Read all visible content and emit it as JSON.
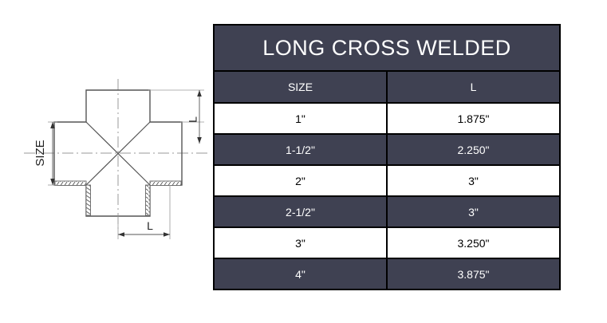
{
  "table": {
    "title": "LONG CROSS WELDED",
    "columns": [
      {
        "key": "size",
        "label": "SIZE"
      },
      {
        "key": "l",
        "label": "L"
      }
    ],
    "rows": [
      {
        "size": "1\"",
        "l": "1.875\""
      },
      {
        "size": "1-1/2\"",
        "l": "2.250\""
      },
      {
        "size": "2\"",
        "l": "3\""
      },
      {
        "size": "2-1/2\"",
        "l": "3\""
      },
      {
        "size": "3\"",
        "l": "3.250\""
      },
      {
        "size": "4\"",
        "l": "3.875\""
      }
    ],
    "colors": {
      "header_background": "#3f4152",
      "header_text": "#ffffff",
      "row_dark_background": "#3f4152",
      "row_dark_text": "#ffffff",
      "row_light_background": "#ffffff",
      "row_light_text": "#000000",
      "border": "#000000"
    }
  },
  "drawing": {
    "dimension_labels": {
      "vertical_left": "SIZE",
      "vertical_right": "L",
      "horizontal_bottom": "L"
    },
    "line_color": "#555555",
    "centerline_color": "#888888"
  }
}
